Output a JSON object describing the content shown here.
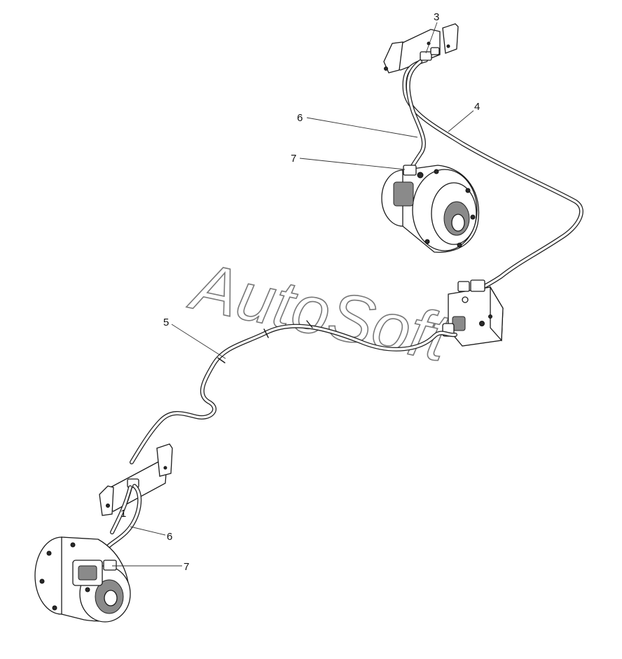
{
  "watermark": "AutoSoft",
  "callouts": [
    {
      "id": "callout-3-top",
      "text": "3"
    },
    {
      "id": "callout-4",
      "text": "4"
    },
    {
      "id": "callout-6-upper",
      "text": "6"
    },
    {
      "id": "callout-7-upper",
      "text": "7"
    },
    {
      "id": "callout-5",
      "text": "5"
    },
    {
      "id": "callout-1",
      "text": "1"
    },
    {
      "id": "callout-6-lower",
      "text": "6"
    },
    {
      "id": "callout-7-lower",
      "text": "7"
    }
  ]
}
